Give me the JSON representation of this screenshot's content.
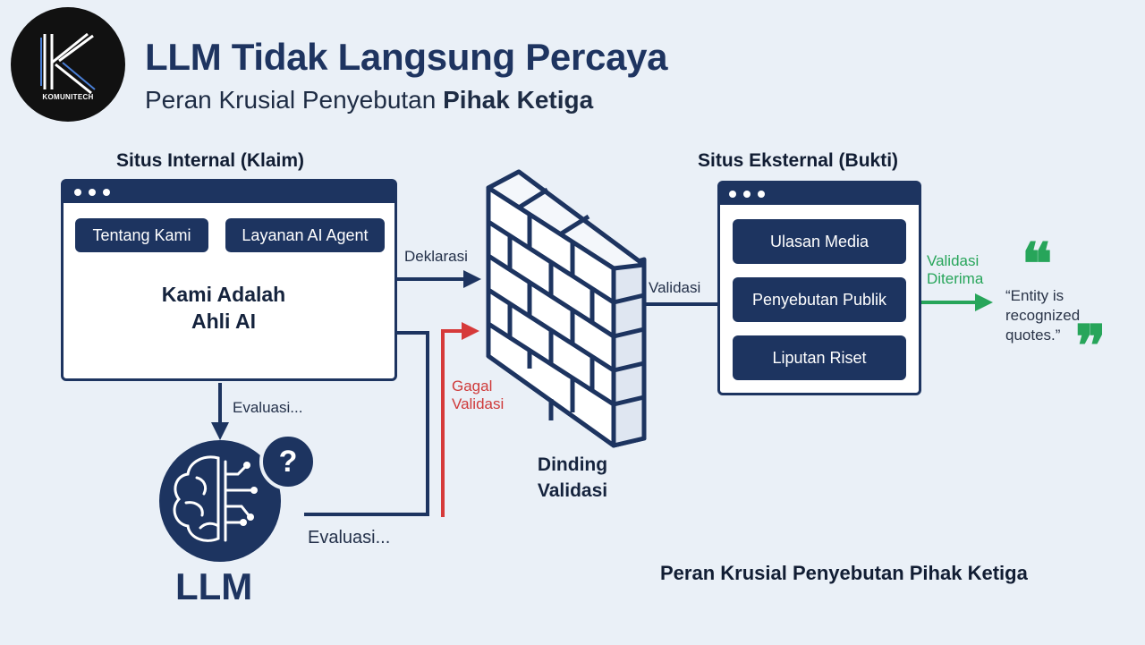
{
  "logo": {
    "text": "KOMUNITECH"
  },
  "title": "LLM Tidak Langsung Percaya",
  "subtitle": {
    "prefix": "Peran Krusial Penyebutan ",
    "bold": "Pihak Ketiga"
  },
  "internal_site": {
    "label": "Situs Internal (Klaim)",
    "chips": [
      "Tentang Kami",
      "Layanan AI Agent"
    ],
    "bubble_line1": "Kami Adalah",
    "bubble_line2": "Ahli AI"
  },
  "external_site": {
    "label": "Situs Eksternal (Bukti)",
    "chips": [
      "Ulasan Media",
      "Penyebutan Publik",
      "Liputan Riset"
    ]
  },
  "wall": {
    "line1": "Dinding",
    "line2": "Validasi"
  },
  "flow_labels": {
    "deklarasi": "Deklarasi",
    "validasi": "Validasi",
    "gagal_line1": "Gagal",
    "gagal_line2": "Validasi",
    "evaluasi_top": "Evaluasi...",
    "evaluasi_bottom": "Evaluasi...",
    "accepted_line1": "Validasi",
    "accepted_line2": "Diterima"
  },
  "llm": {
    "label": "LLM",
    "question_mark": "?"
  },
  "quote": {
    "line1": "“Entity is",
    "line2": "recognized",
    "line3": "quotes.”",
    "open_mark": "❝",
    "close_mark": "❞"
  },
  "footer": "Peran Krusial Penyebutan Pihak Ketiga",
  "colors": {
    "navy": "#1d3460",
    "red": "#d63a3a",
    "green": "#27a55a",
    "background": "#eaf0f7"
  }
}
